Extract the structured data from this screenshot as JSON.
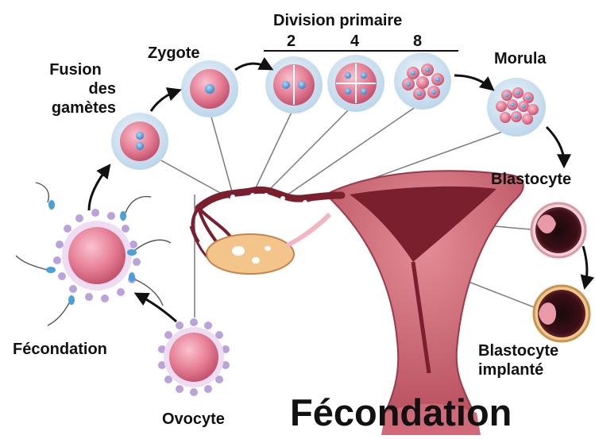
{
  "title": "Fécondation",
  "labels": {
    "fusion_line1": "Fusion",
    "fusion_line2": "des",
    "fusion_line3": "gamètes",
    "zygote": "Zygote",
    "division": "Division primaire",
    "div_2": "2",
    "div_4": "4",
    "div_8": "8",
    "morula": "Morula",
    "blastocyte": "Blastocyte",
    "blastocyte_implante_line1": "Blastocyte",
    "blastocyte_implante_line2": "implanté",
    "fecondation": "Fécondation",
    "ovocyte": "Ovocyte"
  },
  "colors": {
    "cell_pink": "#e8859a",
    "cell_halo": "#cfe3f2",
    "nucleus_blue": "#5aa9e0",
    "uterus": "#c75c6a",
    "uterus_dark": "#7a1f2e",
    "uterus_light": "#f1a9b0",
    "arrow": "#111111",
    "corona": "#b9a3d8"
  }
}
